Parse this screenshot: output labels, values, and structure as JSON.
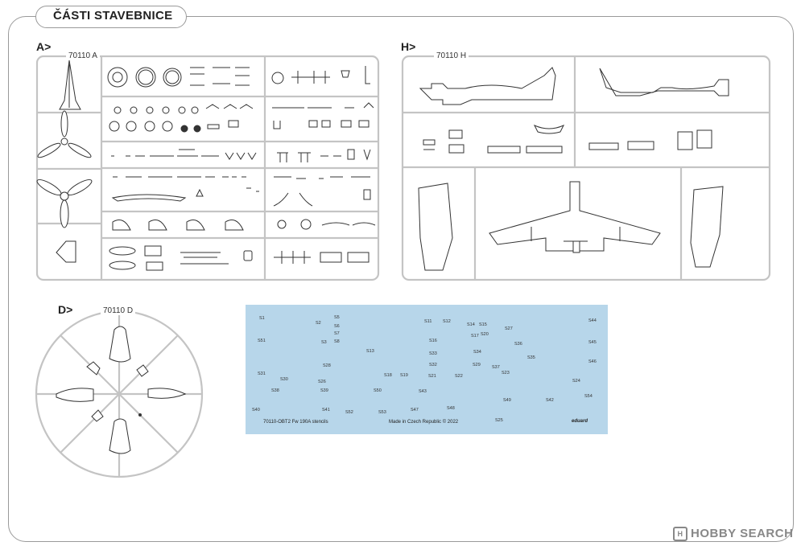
{
  "title": "ČÁSTI STAVEBNICE",
  "sections": {
    "a": {
      "label": "A>",
      "code": "70110 A"
    },
    "h": {
      "label": "H>",
      "code": "70110 H"
    },
    "d": {
      "label": "D>",
      "code": "70110 D"
    }
  },
  "decal": {
    "background": "#b7d6ea",
    "labels": [
      "S1",
      "S2",
      "S3",
      "S5",
      "S6",
      "S7",
      "S8",
      "S11",
      "S12",
      "S13",
      "S14",
      "S15",
      "S16",
      "S17",
      "S18",
      "S19",
      "S20",
      "S21",
      "S22",
      "S23",
      "S24",
      "S25",
      "S26",
      "S27",
      "S28",
      "S29",
      "S30",
      "S31",
      "S32",
      "S33",
      "S34",
      "S35",
      "S36",
      "S37",
      "S38",
      "S39",
      "S40",
      "S41",
      "S42",
      "S43",
      "S44",
      "S45",
      "S46",
      "S47",
      "S48",
      "S49",
      "S50",
      "S51",
      "S52",
      "S53",
      "S54"
    ],
    "footer_left": "70110-OBT2   Fw 190A stencils",
    "footer_center": "Made in Czech Republic  ©  2022",
    "brand": "eduard"
  },
  "watermark": {
    "icon": "hobby-search-logo-icon",
    "text": "HOBBY SEARCH"
  }
}
